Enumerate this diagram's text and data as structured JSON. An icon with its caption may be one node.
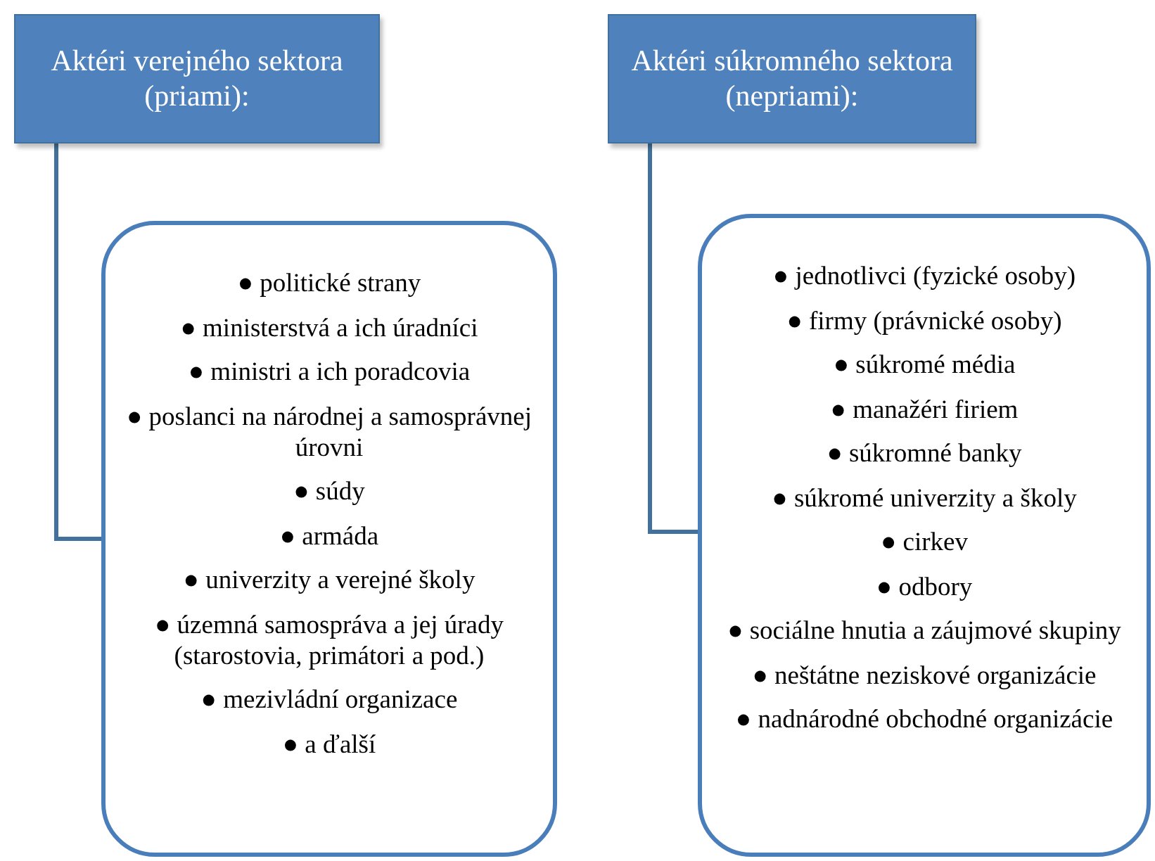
{
  "diagram": {
    "nodes": [
      {
        "text": [
          "Aktéri verejného sektora (priami):"
        ]
      },
      {
        "text": [
          "● politické strany",
          "● ministerstvá a ich úradníci",
          "● ministri a ich poradcovia",
          "● poslanci na národnej a samosprávnej úrovni",
          "● súdy",
          "● armáda",
          "● univerzity a verejné školy",
          "● územná samospráva a jej úrady (starostovia, primátori a pod.)",
          "● mezivládní organizace",
          "● a ďalší"
        ]
      },
      {
        "text": [
          "Aktéri súkromného sektora (nepriami):"
        ]
      },
      {
        "text": [
          "● jednotlivci (fyzické osoby)",
          "● firmy (právnické osoby)",
          "● súkromé média",
          "● manažéri  firiem",
          "● súkromné banky",
          "● súkromé univerzity a školy",
          "● cirkev",
          "● odbory",
          "● sociálne hnutia a záujmové skupiny",
          "● neštátne neziskové organizácie",
          "● nadnárodné obchodné organizácie"
        ]
      }
    ],
    "edges": [
      {
        "from": 0,
        "to": 1,
        "arrow": "none"
      },
      {
        "from": 2,
        "to": 3,
        "arrow": "none"
      }
    ]
  }
}
